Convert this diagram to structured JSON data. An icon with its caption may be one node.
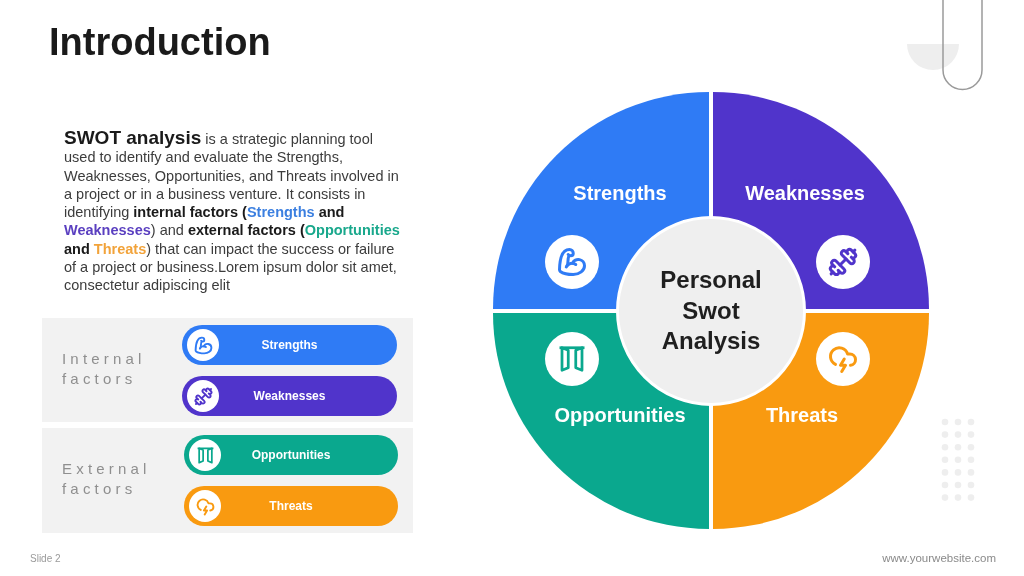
{
  "diagram": {
    "title": "Introduction",
    "nodes": [
      {
        "text": [
          "Internal factors"
        ]
      },
      {
        "text": [
          "Strengths"
        ],
        "in": 0
      },
      {
        "text": [
          "Weaknesses"
        ],
        "in": 0
      },
      {
        "text": [
          "External factors"
        ]
      },
      {
        "text": [
          "Opportunities"
        ],
        "in": 3
      },
      {
        "text": [
          "Threats"
        ],
        "in": 3
      },
      {
        "text": [
          "Strengths"
        ]
      },
      {
        "text": [
          "Weaknesses"
        ]
      },
      {
        "text": [
          "Opportunities"
        ]
      },
      {
        "text": [
          "Threats"
        ]
      },
      {
        "text": [
          "Personal Swot Analysis"
        ]
      }
    ],
    "labels": [
      "**SWOT analysis** is a strategic planning tool used to identify and evaluate the Strengths, Weaknesses, Opportunities, and Threats involved in a project or in a business venture. It consists in identifying **internal factors (****Strengths** **and** **Weaknesses**) and **external factors (****Opportunities** **and** **Threats**) that can impact the success or failure of a project or business.Lorem ipsum dolor sit amet, consectetur adipiscing elit",
      "Slide 2",
      "www.yourwebsite.com"
    ]
  }
}
